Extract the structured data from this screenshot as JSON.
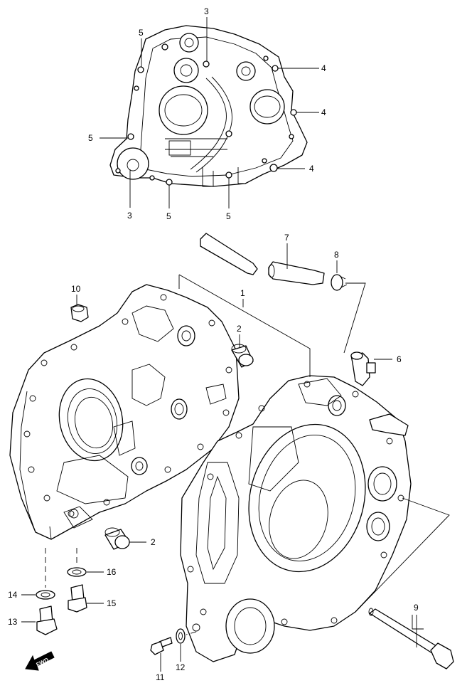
{
  "callouts": {
    "c3_top": "3",
    "c5_top": "5",
    "c4_a": "4",
    "c4_b": "4",
    "c4_c": "4",
    "c5_left": "5",
    "c3_bottom": "3",
    "c5_bottom_a": "5",
    "c5_bottom_b": "5",
    "c7": "7",
    "c8": "8",
    "c1": "1",
    "c10": "10",
    "c2_top": "2",
    "c6": "6",
    "c2_bottom": "2",
    "c16": "16",
    "c14": "14",
    "c15": "15",
    "c13": "13",
    "c9": "9",
    "c11": "11",
    "c12": "12"
  },
  "fwd_label": "FWD"
}
